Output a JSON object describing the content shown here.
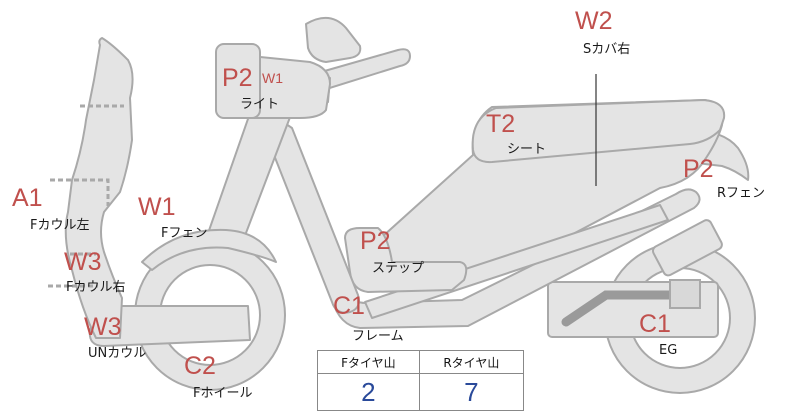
{
  "labels": {
    "headlight": {
      "code": "P2",
      "sub_code": "W1",
      "name": "ライト"
    },
    "side_cover_right": {
      "code": "W2",
      "name": "Sカバ右"
    },
    "seat": {
      "code": "T2",
      "name": "シート"
    },
    "rear_fender": {
      "code": "P2",
      "name": "Rフェン"
    },
    "front_cowl_left": {
      "code": "A1",
      "name": "Fカウル左"
    },
    "front_fender": {
      "code": "W1",
      "name": "Fフェン"
    },
    "step": {
      "code": "P2",
      "name": "ステップ"
    },
    "front_cowl_right": {
      "code": "W3",
      "name": "Fカウル右"
    },
    "frame": {
      "code": "C1",
      "name": "フレーム"
    },
    "under_cowl": {
      "code": "W3",
      "name": "UNカウル"
    },
    "engine": {
      "code": "C1",
      "name": "EG"
    },
    "front_wheel": {
      "code": "C2",
      "name": "Fホイール"
    }
  },
  "tread_table": {
    "headers": [
      "Fタイヤ山",
      "Rタイヤ山"
    ],
    "values": [
      "2",
      "7"
    ]
  },
  "colors": {
    "code_text": "#c0504d",
    "value_text": "#2a4a9a",
    "part_fill": "#e4e4e4",
    "part_stroke": "#a9a9a9"
  }
}
